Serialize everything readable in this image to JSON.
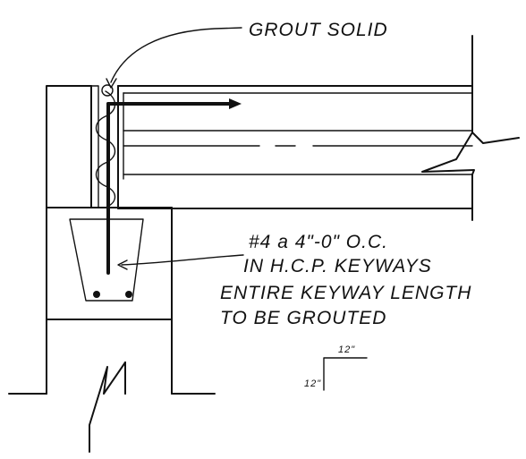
{
  "notes": {
    "grout_solid": "GROUT SOLID",
    "rebar_line1": "#4 a 4\"-0\" O.C.",
    "rebar_line2": "IN H.C.P. KEYWAYS",
    "rebar_line3": "ENTIRE KEYWAY LENGTH",
    "rebar_line4": "TO BE GROUTED"
  },
  "slope_symbol": {
    "run": "12\"",
    "rise": "12\""
  },
  "colors": {
    "ink": "#111111",
    "paper": "#ffffff"
  }
}
